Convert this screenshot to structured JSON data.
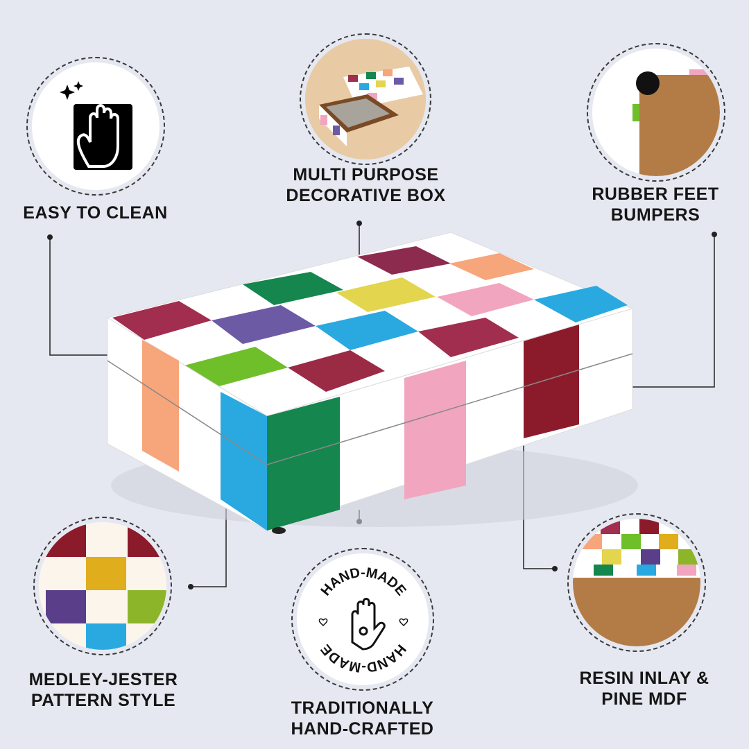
{
  "features": {
    "easy_clean": "EASY TO CLEAN",
    "multi_purpose_line1": "MULTI PURPOSE",
    "multi_purpose_line2": "DECORATIVE BOX",
    "rubber_feet_line1": "RUBBER FEET",
    "rubber_feet_line2": "BUMPERS",
    "medley_line1": "MEDLEY-JESTER",
    "medley_line2": "PATTERN STYLE",
    "handcrafted_line1": "TRADITIONALLY",
    "handcrafted_line2": "HAND-CRAFTED",
    "resin_line1": "RESIN INLAY &",
    "resin_line2": "PINE MDF"
  },
  "badge": {
    "text_top": "HAND-MADE",
    "text_bottom": "HAND-MADE"
  },
  "colors": {
    "background": "#e6e8f1",
    "label": "#151515",
    "maroon": "#a12e4f",
    "orange": "#f7a57b",
    "blue": "#29a9e0",
    "green": "#14864e",
    "lime": "#6fbf2a",
    "purple": "#6d5aa5",
    "yellow": "#e3d54d",
    "pink": "#f2a5bf",
    "wood": "#b37c47"
  }
}
